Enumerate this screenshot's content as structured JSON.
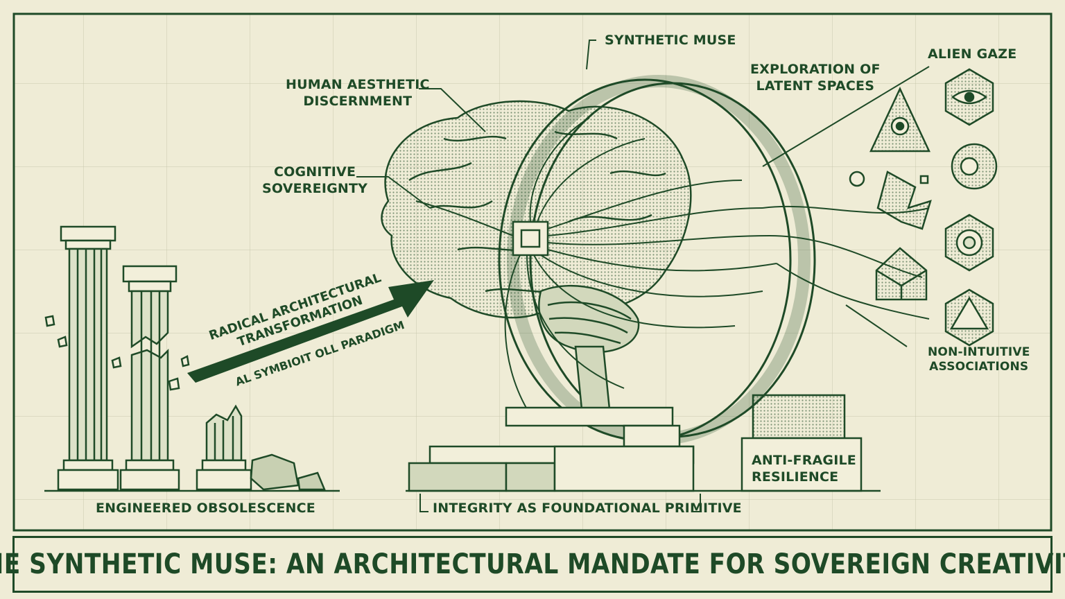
{
  "title": "THE SYNTHETIC MUSE: AN ARCHITECTURAL MANDATE FOR SOVEREIGN CREATIVITY",
  "labels": {
    "synthetic_muse": "SYNTHETIC MUSE",
    "human_aesthetic": [
      "HUMAN AESTHETIC",
      "DISCERNMENT"
    ],
    "cognitive_sovereignty": [
      "COGNITIVE",
      "SOVEREIGNTY"
    ],
    "exploration": [
      "EXPLORATION OF",
      "LATENT SPACES"
    ],
    "alien_gaze": "ALIEN GAZE",
    "non_intuitive": [
      "NON-INTUITIVE",
      "ASSOCIATIONS"
    ],
    "anti_fragile": [
      "ANTI-FRAGILE",
      "RESILIENCE"
    ],
    "integrity": "INTEGRITY AS FOUNDATIONAL PRIMITIVE",
    "engineered_obsolescence": "ENGINEERED OBSOLESCENCE",
    "radical": [
      "RADICAL ARCHITECTURAL",
      "TRANSFORMATION"
    ],
    "paradigm": "AL SYMBIOIT OLL PARADIGM"
  },
  "colors": {
    "ink": "#1e4a27",
    "paper": "#efecd6",
    "shade": "#b9c4a2"
  }
}
